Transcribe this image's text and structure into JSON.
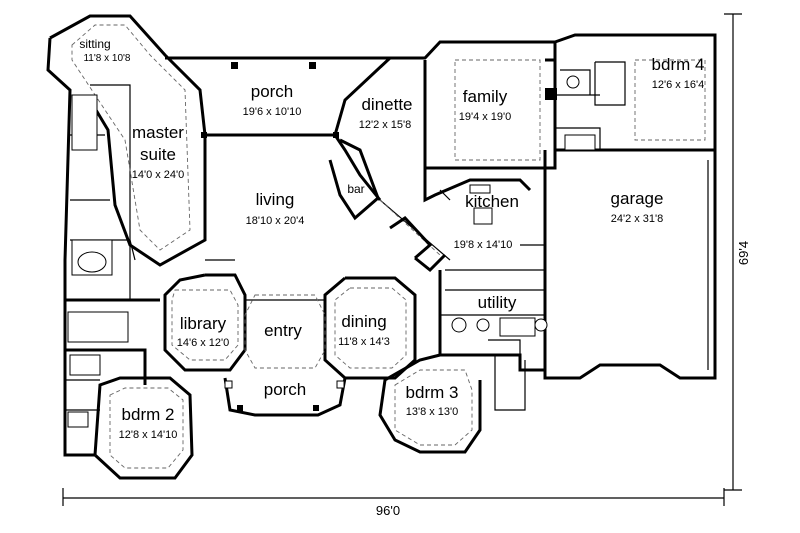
{
  "rooms": {
    "sitting": {
      "name": "sitting",
      "size": "11'8 x 10'8"
    },
    "master": {
      "name1": "master",
      "name2": "suite",
      "size": "14'0 x 24'0"
    },
    "porch_rear": {
      "name": "porch",
      "size": "19'6 x 10'10"
    },
    "dinette": {
      "name": "dinette",
      "size": "12'2 x 15'8"
    },
    "family": {
      "name": "family",
      "size": "19'4 x 19'0"
    },
    "bdrm4": {
      "name": "bdrm 4",
      "size": "12'6 x 16'4"
    },
    "living": {
      "name": "living",
      "size": "18'10 x 20'4"
    },
    "bar": {
      "name": "bar"
    },
    "kitchen": {
      "name": "kitchen",
      "size": "19'8 x 14'10"
    },
    "garage": {
      "name": "garage",
      "size": "24'2 x 31'8"
    },
    "utility": {
      "name": "utility"
    },
    "library": {
      "name": "library",
      "size": "14'6 x 12'0"
    },
    "entry": {
      "name": "entry"
    },
    "dining": {
      "name": "dining",
      "size": "11'8 x 14'3"
    },
    "porch_front": {
      "name": "porch"
    },
    "bdrm3": {
      "name": "bdrm 3",
      "size": "13'8 x 13'0"
    },
    "bdrm2": {
      "name": "bdrm 2",
      "size": "12'8 x 14'10"
    }
  },
  "dimensions": {
    "width": "96'0",
    "depth": "69'4"
  }
}
